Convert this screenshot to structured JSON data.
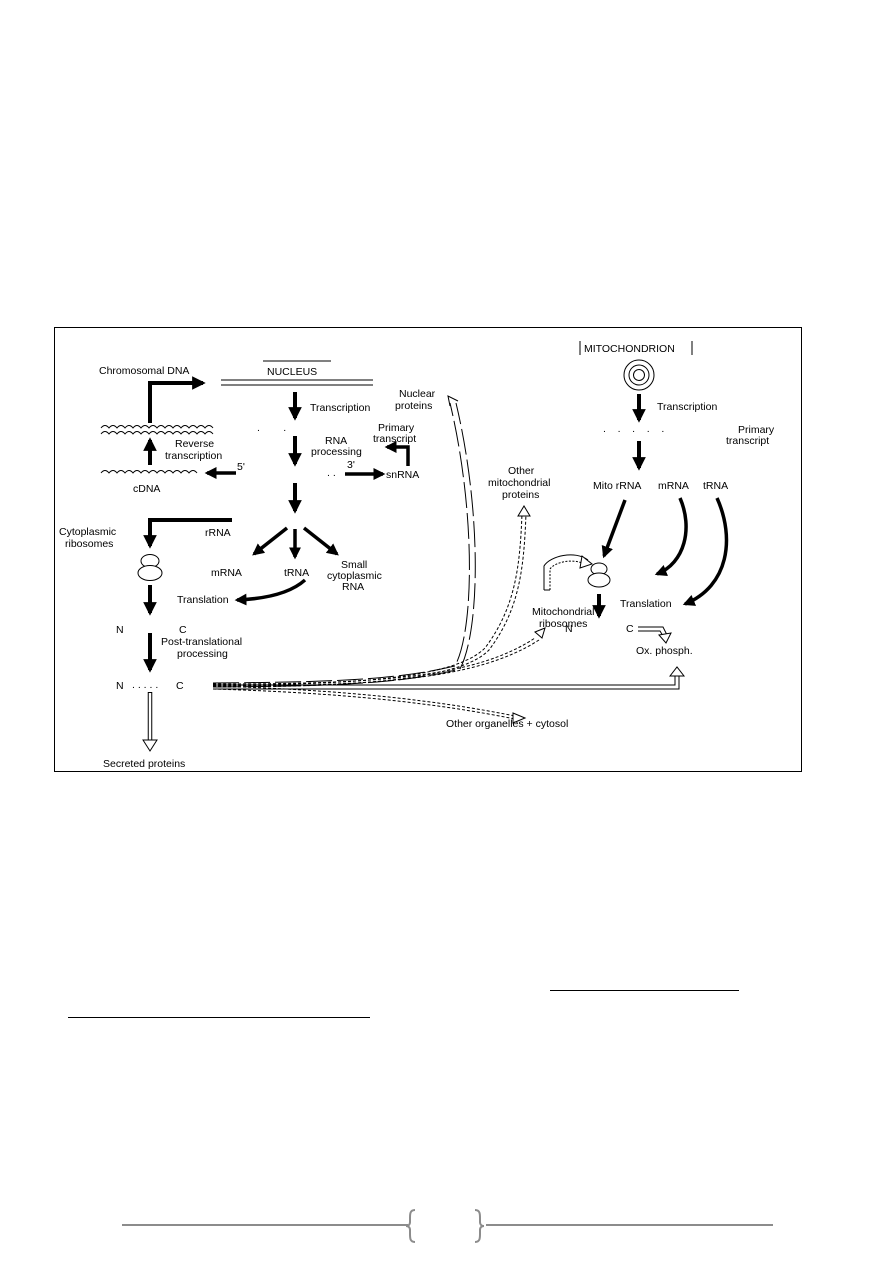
{
  "diagram": {
    "labels": {
      "chromosomal_dna": "Chromosomal DNA",
      "nucleus": "NUCLEUS",
      "transcription_nuc": "Transcription",
      "reverse_line1": "Reverse",
      "reverse_line2": "transcription",
      "five_prime": "5'",
      "three_prime": "3'",
      "cdna": "cDNA",
      "rna_proc_line1": "RNA",
      "rna_proc_line2": "processing",
      "primary_line1": "Primary",
      "primary_line2": "transcript",
      "snrna": "snRNA",
      "nuclear_line1": "Nuclear",
      "nuclear_line2": "proteins",
      "other_mito_line1": "Other",
      "other_mito_line2": "mitochondrial",
      "other_mito_line3": "proteins",
      "cyto_ribo_line1": "Cytoplasmic",
      "cyto_ribo_line2": "ribosomes",
      "rrna": "rRNA",
      "mrna": "mRNA",
      "trna": "tRNA",
      "small_line1": "Small",
      "small_line2": "cytoplasmic",
      "small_line3": "RNA",
      "translation_cyto": "Translation",
      "n_top": "N",
      "c_top": "C",
      "post_line1": "Post-translational",
      "post_line2": "processing",
      "n_bottom": "N",
      "dots": ". . . . .",
      "c_bottom": "C",
      "secreted": "Secreted proteins",
      "other_organelles": "Other organelles + cytosol",
      "mitochondrion": "MITOCHONDRION",
      "transcription_mito": "Transcription",
      "mito_primary_line1": "Primary",
      "mito_primary_line2": "transcript",
      "mito_rrna": "Mito rRNA",
      "mito_mrna": "mRNA",
      "mito_trna": "tRNA",
      "mito_ribo_line1": "Mitochondrial",
      "mito_ribo_line2": "ribosomes",
      "translation_mito": "Translation",
      "n_mito": "N",
      "c_mito": "C",
      "ox_phosph": "Ox. phosph."
    }
  }
}
